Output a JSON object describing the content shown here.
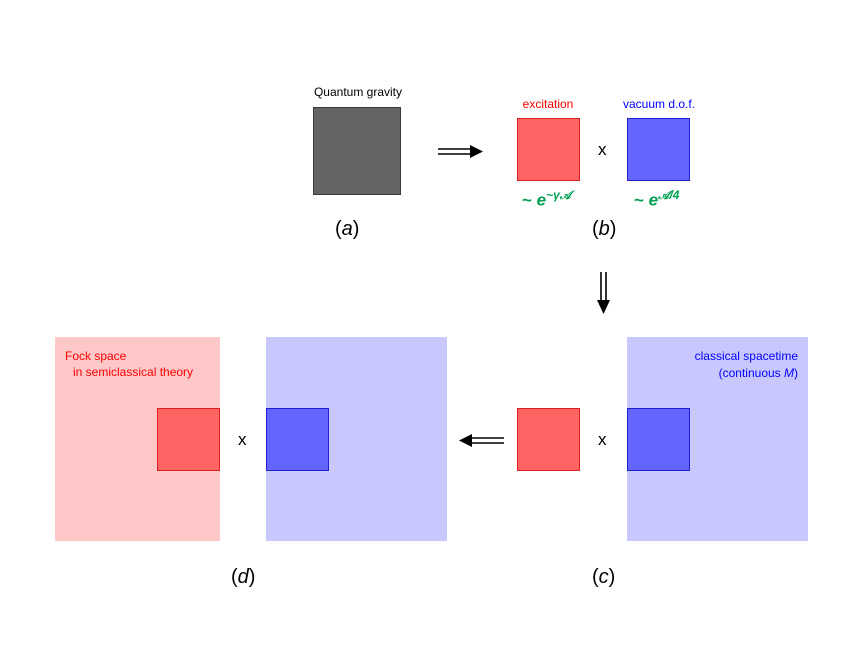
{
  "panel_a": {
    "title": "Quantum gravity",
    "label_open": "(",
    "label_letter": "a",
    "label_close": ")"
  },
  "panel_b": {
    "excitation_label": "excitation",
    "vacuum_label": "vacuum d.o.f.",
    "times_symbol": "x",
    "excitation_scaling_prefix": "~ ",
    "excitation_scaling_base": "e",
    "excitation_scaling_exponent": "~γ𝒜",
    "vacuum_scaling_prefix": "~ ",
    "vacuum_scaling_base": "e",
    "vacuum_scaling_exponent": "𝒜/4",
    "label_open": "(",
    "label_letter": "b",
    "label_close": ")"
  },
  "panel_c": {
    "spacetime_line1": "classical spacetime",
    "spacetime_line2_prefix": "(continuous ",
    "spacetime_line2_symbol": "M",
    "spacetime_line2_suffix": ")",
    "times_symbol": "x",
    "label_open": "(",
    "label_letter": "c",
    "label_close": ")"
  },
  "panel_d": {
    "fock_line1": "Fock space",
    "fock_line2": "in semiclassical theory",
    "times_symbol": "x",
    "label_open": "(",
    "label_letter": "d",
    "label_close": ")"
  },
  "colors": {
    "gray_box": "#646464",
    "excitation_red": "#ff6464",
    "vacuum_blue": "#6464ff",
    "fock_pink": "#ffc8c8",
    "spacetime_lavender": "#c8c8ff",
    "scaling_green": "#00a050",
    "excitation_text_red": "#ff0000",
    "vacuum_text_blue": "#0000ff"
  }
}
